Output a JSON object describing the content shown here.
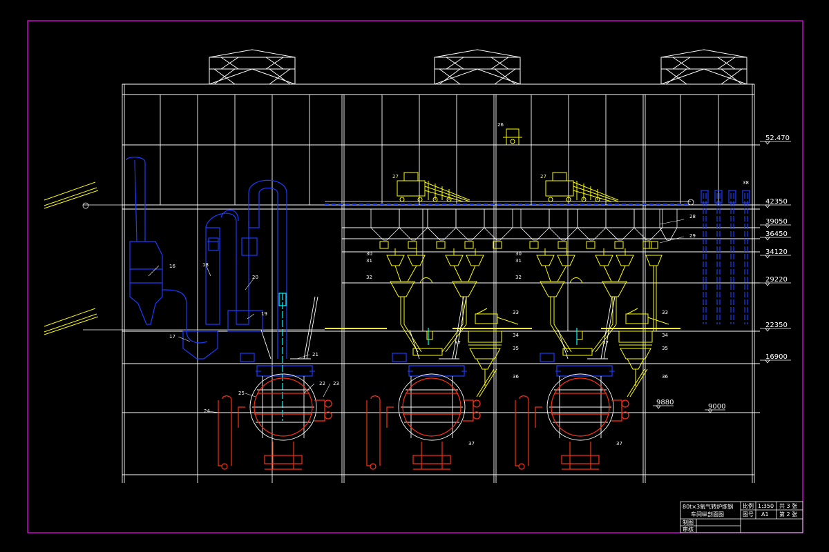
{
  "colors": {
    "frame": "#ff00ff",
    "structure": "#ffffff",
    "yellow": "#ffff00",
    "blue": "#1a3cff",
    "red": "#ff3010",
    "cyan": "#00ffff"
  },
  "levels": [
    "52.470",
    "42350",
    "39050",
    "36450",
    "34120",
    "29220",
    "22350",
    "16900",
    "9880",
    "9000"
  ],
  "tags": {
    "t26": "26",
    "t27a": "27",
    "t27b": "27",
    "t38": "38",
    "t16": "16",
    "t17": "17",
    "t18": "18",
    "t19": "19",
    "t20": "20",
    "t21": "21",
    "t22": "22",
    "t23": "23",
    "t24": "24",
    "t25": "25",
    "t28": "28",
    "t29": "29",
    "t30a": "30",
    "t31a": "31",
    "t32a": "32",
    "t30b": "30",
    "t31b": "31",
    "t32b": "32",
    "t33a": "33",
    "t33b": "33",
    "t34a": "34",
    "t34b": "34",
    "t35a": "35",
    "t35b": "35",
    "t36a": "36",
    "t36b": "36",
    "t37a": "37",
    "t37b": "37",
    "t37c": "37",
    "t37d": "37"
  },
  "title_block": {
    "title_line1": "80t×3氧气转炉炼钢",
    "title_line2": "车间纵剖面图",
    "scale_label": "比例",
    "scale_value": "1:350",
    "sheets_total": "共 3 张",
    "drawing_no_label": "图号",
    "drawing_no": "A1",
    "sheet_no": "第 2 张",
    "drawn_by": "制图",
    "reviewed_by": "审核"
  }
}
